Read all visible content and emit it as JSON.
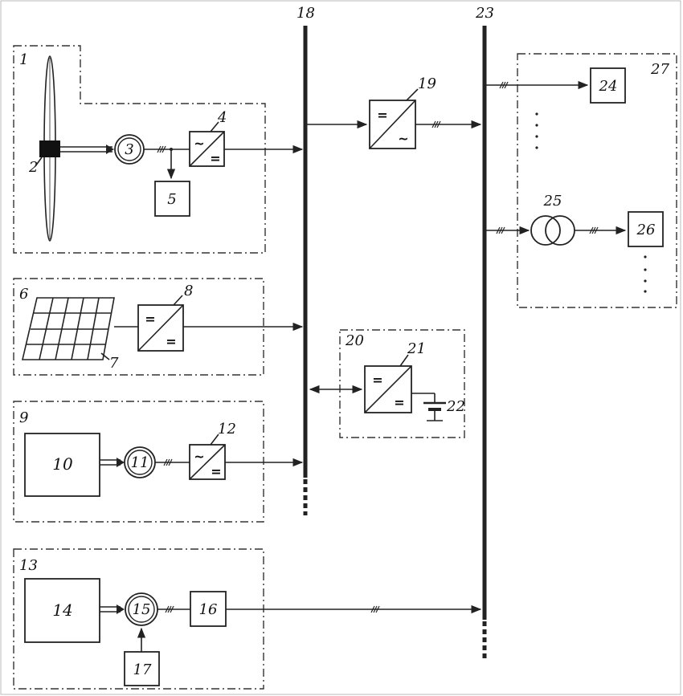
{
  "labels": {
    "n1": "1",
    "n2": "2",
    "n3": "3",
    "n4": "4",
    "n5": "5",
    "n6": "6",
    "n7": "7",
    "n8": "8",
    "n9": "9",
    "n10": "10",
    "n11": "11",
    "n12": "12",
    "n13": "13",
    "n14": "14",
    "n15": "15",
    "n16": "16",
    "n17": "17",
    "n18": "18",
    "n19": "19",
    "n20": "20",
    "n21": "21",
    "n22": "22",
    "n23": "23",
    "n24": "24",
    "n25": "25",
    "n26": "26",
    "n27": "27"
  },
  "symbols": {
    "dc": "=",
    "ac": "~",
    "three_phase": "///"
  }
}
